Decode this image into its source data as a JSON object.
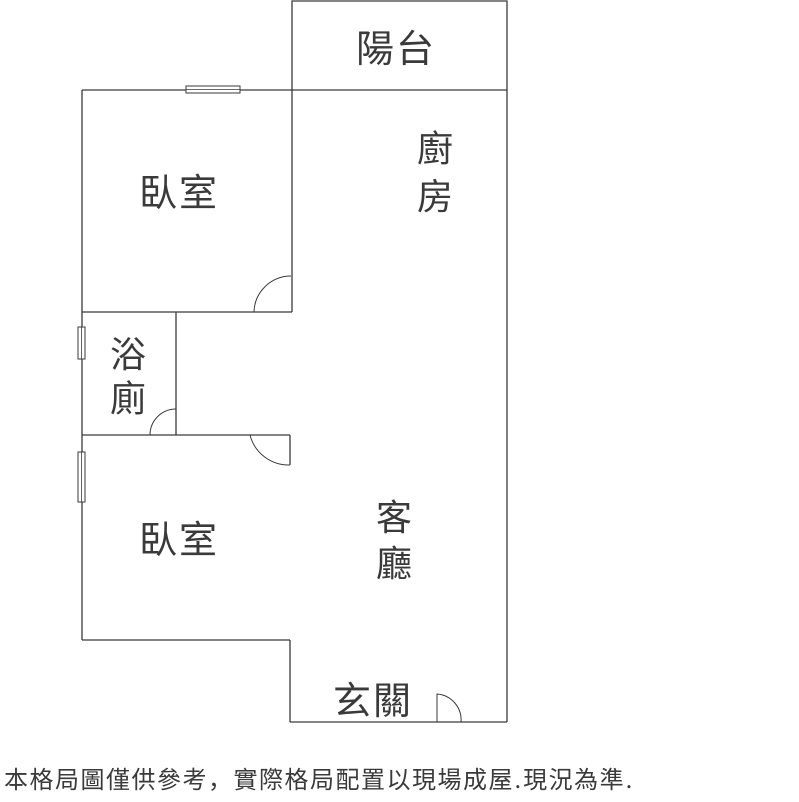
{
  "rooms": {
    "balcony": "陽台",
    "kitchen_line1": "廚",
    "kitchen_line2": "房",
    "bedroom_top": "臥室",
    "bathroom_line1": "浴",
    "bathroom_line2": "廁",
    "bedroom_bottom": "臥室",
    "living_line1": "客",
    "living_line2": "廳",
    "entrance": "玄關"
  },
  "disclaimer": "本格局圖僅供參考，實際格局配置以現場成屋.現況為準."
}
